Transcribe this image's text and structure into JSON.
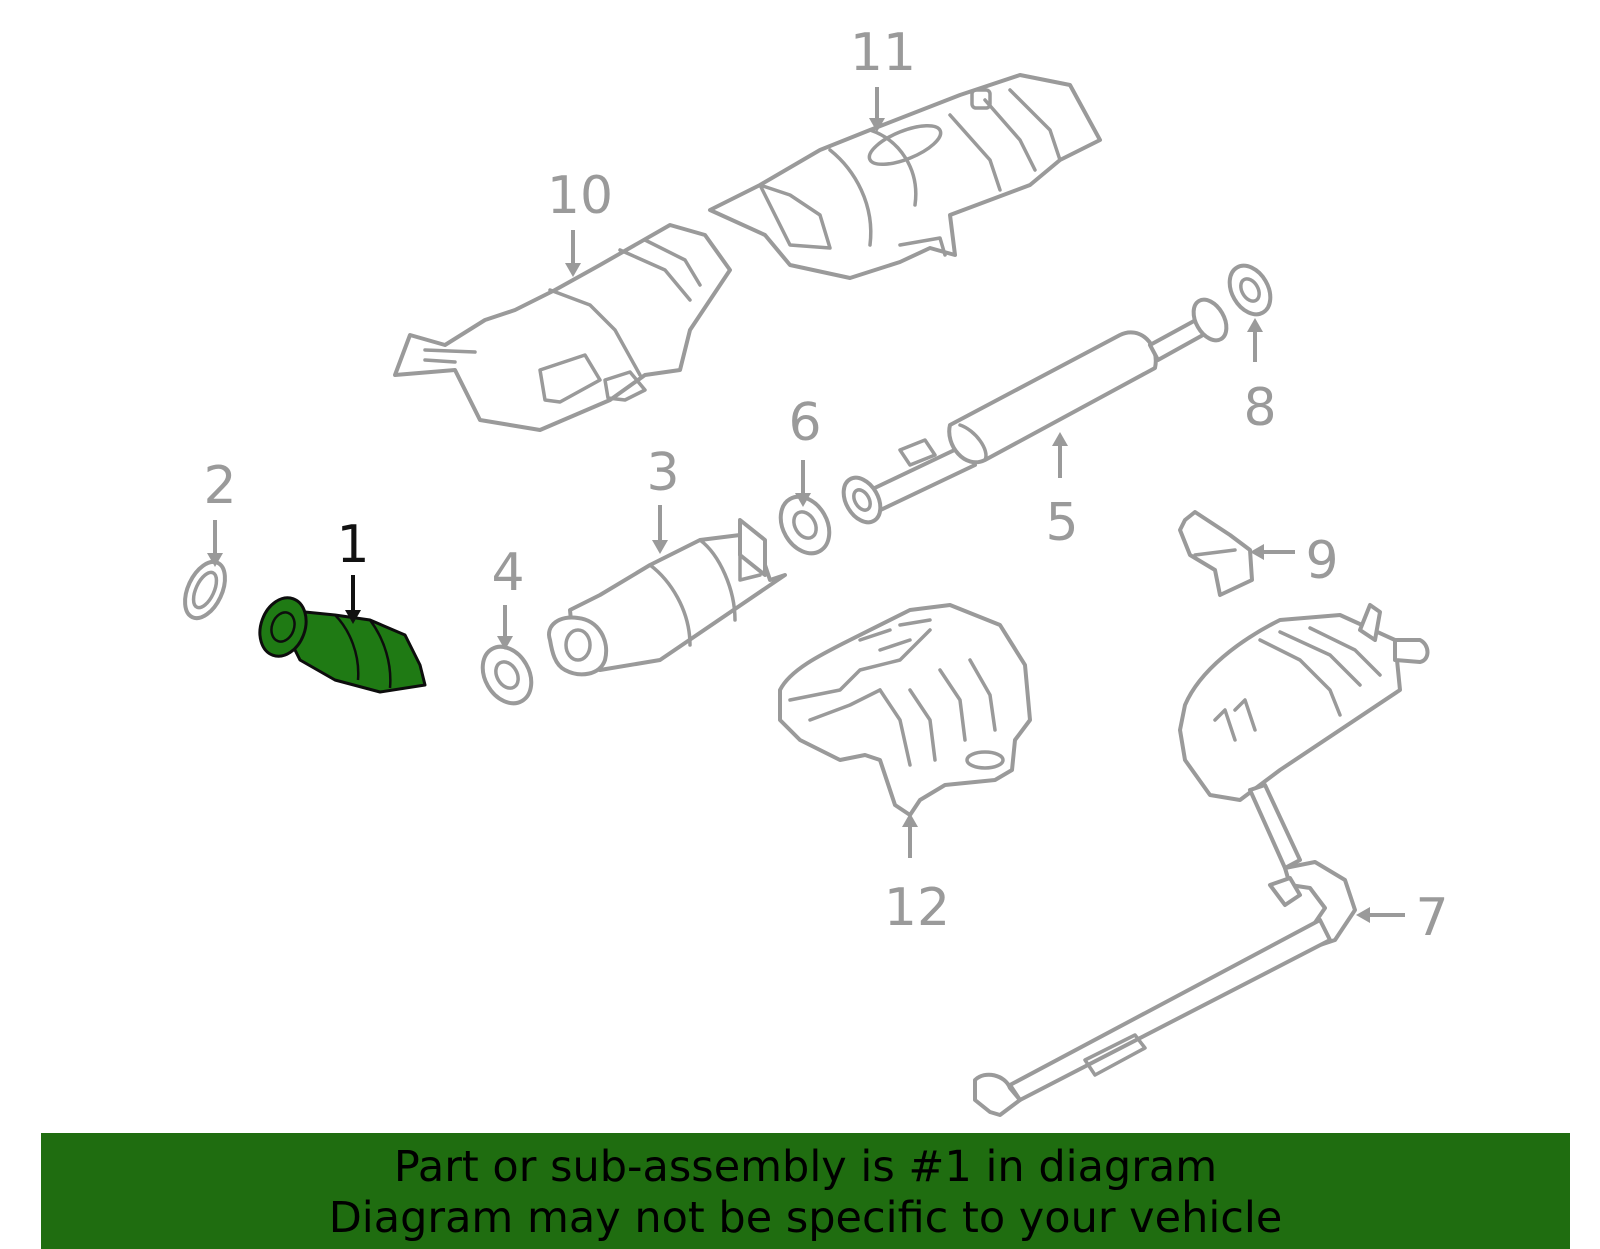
{
  "callouts": {
    "c1": "1",
    "c2": "2",
    "c3": "3",
    "c4": "4",
    "c5": "5",
    "c6": "6",
    "c7": "7",
    "c8": "8",
    "c9": "9",
    "c10": "10",
    "c11": "11",
    "c12": "12"
  },
  "selected_part": "1",
  "colors": {
    "highlight": "#1f7a14",
    "banner": "#1f6d10",
    "line_art": "#9a9a9a",
    "selected_label": "#111111"
  },
  "banner": {
    "line1": "Part or sub-assembly is #1 in diagram",
    "line2": "Diagram may not be specific to your vehicle"
  }
}
